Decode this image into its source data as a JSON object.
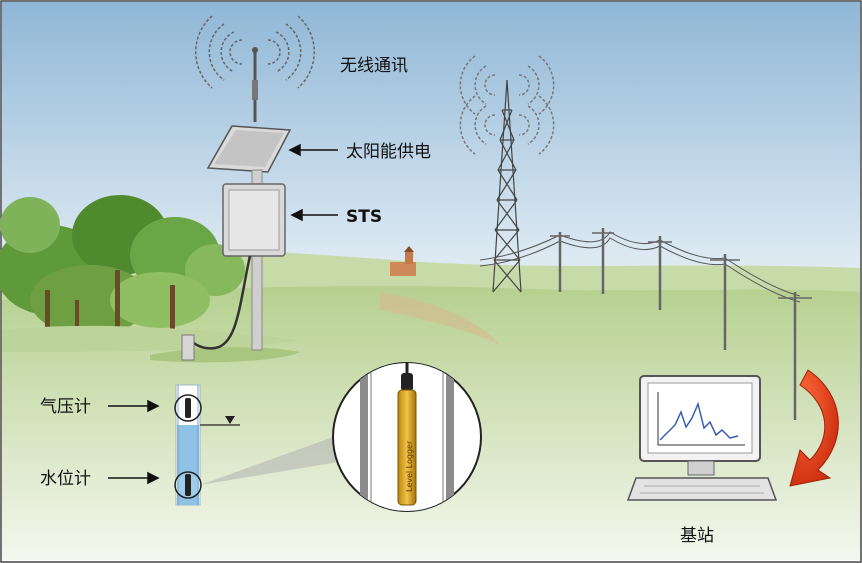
{
  "labels": {
    "wireless": "无线通讯",
    "solar": "太阳能供电",
    "sts": "STS",
    "barometer": "气压计",
    "water_level": "水位计",
    "base_station": "基站",
    "sensor_text": "Level Logger"
  },
  "colors": {
    "sky_top": "#8fb7d6",
    "sky_bottom": "#e8f1f6",
    "grass": "#9fc27a",
    "tree": "#4f8a2e",
    "water": "#8fc3e6",
    "arrow_red": "#d93a1a",
    "monitor_line": "#3a5fb0"
  },
  "icons": [
    "antenna-icon",
    "solar-panel-icon",
    "sts-box-icon",
    "radio-tower-icon",
    "power-pole-icon",
    "monitor-icon",
    "red-curved-arrow-icon",
    "probe-icon",
    "magnifier-icon"
  ]
}
